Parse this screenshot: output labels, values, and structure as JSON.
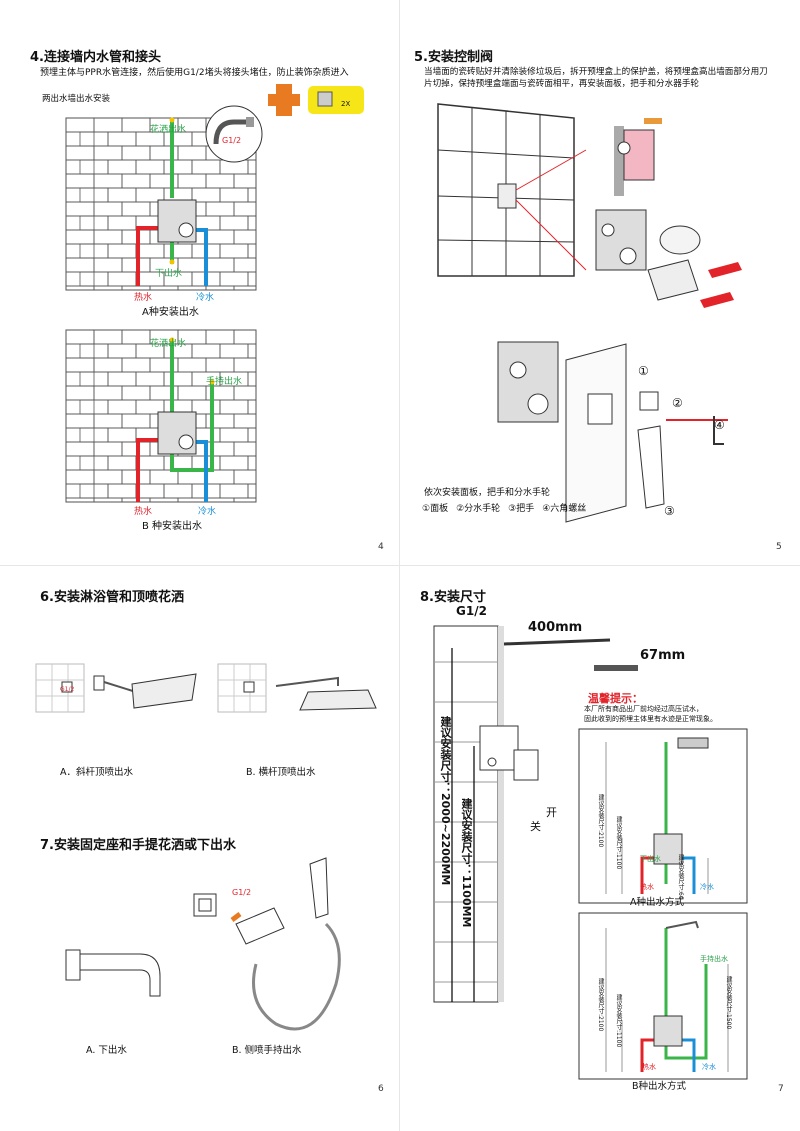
{
  "p4": {
    "title": "4.连接墙内水管和接头",
    "desc": "预埋主体与PPR水管连接，然后使用G1/2堵头将接头堵住，防止装饰杂质进入",
    "sub": "两出水墙出水安装",
    "g12": "G1/2",
    "qty": "2X",
    "a": {
      "shower_out": "花洒出水",
      "down_out": "下出水",
      "hot": "热水",
      "cold": "冷水",
      "caption": "A种安装出水"
    },
    "b": {
      "shower_out": "花洒出水",
      "hand_out": "手持出水",
      "hot": "热水",
      "cold": "冷水",
      "caption": "B 种安装出水"
    },
    "page": "4"
  },
  "p5": {
    "title": "5.安装控制阀",
    "desc": "当墙面的瓷砖贴好并清除装修垃圾后，拆开预埋盒上的保护盖，将预埋盒高出墙面部分用刀片切掉，保持预埋盒端面与瓷砖面相平，再安装面板，把手和分水器手轮",
    "steps": "依次安装面板，把手和分水手轮",
    "legend": [
      "①面板",
      "②分水手轮",
      "③把手",
      "④六角螺丝"
    ],
    "n1": "①",
    "n2": "②",
    "n3": "③",
    "n4": "④",
    "page": "5"
  },
  "p6": {
    "title": "6.安装淋浴管和顶喷花洒",
    "a": "A．斜杆顶喷出水",
    "b": "B. 横杆顶喷出水",
    "g12": "G1/2",
    "title7": "7.安装固定座和手提花洒或下出水",
    "a7": "A. 下出水",
    "b7": "B. 侧喷手持出水",
    "g12b": "G1/2",
    "page": "6"
  },
  "p8": {
    "title": "8.安装尺寸",
    "g12": "G1/2",
    "w": "400mm",
    "h": "67mm",
    "v1": "建议安装尺寸：2000~2200MM",
    "v2": "建议安装尺寸：1100MM",
    "on": "开",
    "off": "关",
    "tip_title": "温馨提示：",
    "tip1": "本厂所有商品出厂前均经过高压试水，",
    "tip2": "固此收到的预埋主体里有水迹是正常现象。",
    "a": {
      "down": "下出水",
      "hot": "热水",
      "cold": "冷水",
      "caption": "A种出水方式",
      "d1": "建议安装尺寸:2100",
      "d2": "建议安装尺寸:1100",
      "d3": "建议安装尺寸:60"
    },
    "b": {
      "hand": "手持出水",
      "hot": "热水",
      "cold": "冷水",
      "caption": "B种出水方式",
      "d1": "建议安装尺寸:2100",
      "d2": "建议安装尺寸:1100",
      "d3": "建议安装尺寸:1500"
    },
    "page": "7"
  }
}
